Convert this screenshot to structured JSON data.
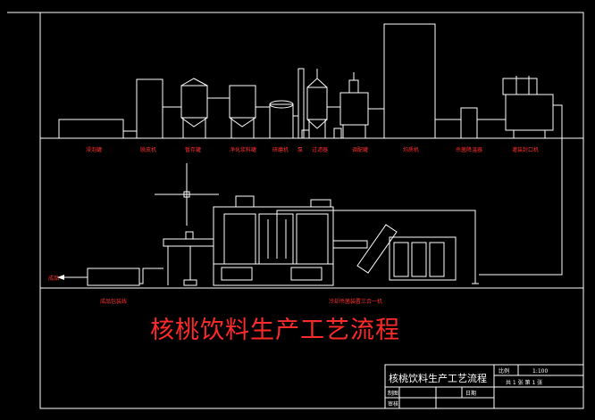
{
  "title": "核桃饮料生产工艺流程",
  "upper_labels": [
    "浸泡罐",
    "脱皮机",
    "暂存罐",
    "净化浆料罐",
    "研磨机",
    "泵",
    "过滤器",
    "调配罐",
    "均质机",
    "杀菌降温器",
    "灌装封口机"
  ],
  "lower_labels": {
    "left_arrow": "成品",
    "box": "成品包装线",
    "machine": "冷却杀菌装置三合一机"
  },
  "title_block": {
    "drawing_name": "核桃饮料生产工艺流程",
    "scale_label": "比例",
    "scale_value": "1:100",
    "sheet_info": "共 1 张  第 1 张",
    "designer_label": "制图",
    "checker_label": "审核",
    "date_label": "日期"
  },
  "colors": {
    "background": "#000000",
    "lines": "#ffffff",
    "labels": "#ff3030"
  }
}
